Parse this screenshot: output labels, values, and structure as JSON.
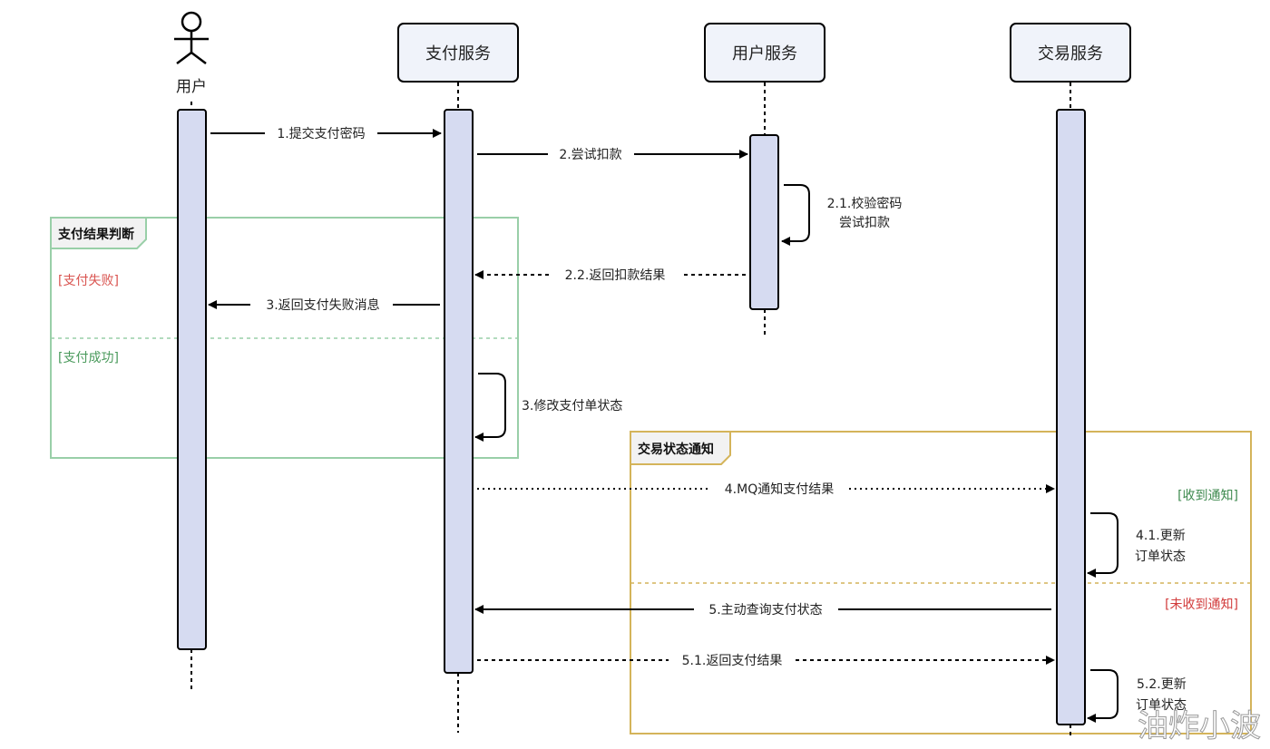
{
  "colors": {
    "lifeline": "#000000",
    "activation_fill": "#d6dbf1",
    "participant_fill": "#f0f3fa",
    "frame1_border": "#99cfa8",
    "frame2_border": "#d4b45a",
    "frame_tab_fill": "#f2f2f2",
    "guard_fail": "#d9534f",
    "guard_success": "#4a9a5c",
    "guard_received": "#3f8a4f",
    "guard_not_received": "#d23c3c"
  },
  "participants": [
    {
      "id": "user",
      "label": "用户",
      "type": "actor"
    },
    {
      "id": "pay",
      "label": "支付服务",
      "type": "service"
    },
    {
      "id": "usersvc",
      "label": "用户服务",
      "type": "service"
    },
    {
      "id": "trade",
      "label": "交易服务",
      "type": "service"
    }
  ],
  "messages": [
    {
      "id": "m1",
      "label": "1.提交支付密码",
      "from": "user",
      "to": "pay",
      "style": "solid"
    },
    {
      "id": "m2",
      "label": "2.尝试扣款",
      "from": "pay",
      "to": "usersvc",
      "style": "solid"
    },
    {
      "id": "m21",
      "label_lines": [
        "2.1.校验密码",
        "尝试扣款"
      ],
      "from": "usersvc",
      "to": "usersvc",
      "style": "self"
    },
    {
      "id": "m22",
      "label": "2.2.返回扣款结果",
      "from": "usersvc",
      "to": "pay",
      "style": "dashed"
    },
    {
      "id": "m3a",
      "label": "3.返回支付失败消息",
      "from": "pay",
      "to": "user",
      "style": "solid"
    },
    {
      "id": "m3b",
      "label": "3.修改支付单状态",
      "from": "pay",
      "to": "pay",
      "style": "self"
    },
    {
      "id": "m4",
      "label": "4.MQ通知支付结果",
      "from": "pay",
      "to": "trade",
      "style": "dotted"
    },
    {
      "id": "m41",
      "label_lines": [
        "4.1.更新",
        "订单状态"
      ],
      "from": "trade",
      "to": "trade",
      "style": "self"
    },
    {
      "id": "m5",
      "label": "5.主动查询支付状态",
      "from": "trade",
      "to": "pay",
      "style": "solid"
    },
    {
      "id": "m51",
      "label": "5.1.返回支付结果",
      "from": "pay",
      "to": "trade",
      "style": "dashed"
    },
    {
      "id": "m52",
      "label_lines": [
        "5.2.更新",
        "订单状态"
      ],
      "from": "trade",
      "to": "trade",
      "style": "self"
    }
  ],
  "frames": [
    {
      "id": "f1",
      "title": "支付结果判断",
      "guards": [
        "[支付失败]",
        "[支付成功]"
      ]
    },
    {
      "id": "f2",
      "title": "交易状态通知",
      "guards": [
        "[收到通知]",
        "[未收到通知]"
      ]
    }
  ],
  "watermark": "油炸小波"
}
